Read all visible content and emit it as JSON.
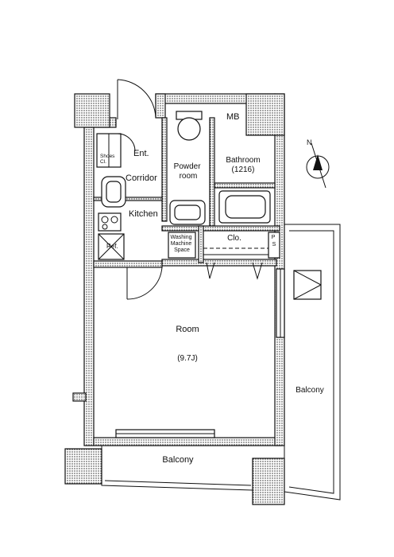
{
  "rooms": {
    "entrance": "Ent.",
    "shoes": "Shoes\nCl.",
    "corridor": "Corridor",
    "kitchen": "Kitchen",
    "refrigerator": "Ref.",
    "powder_room": "Powder\nroom",
    "bathroom": "Bathroom",
    "bathroom_size": "(1216)",
    "meter_box": "MB",
    "closet": "Clo.",
    "washing_machine": "Washing\nMachine\nSpace",
    "room": "Room",
    "room_size": "(9.7J)",
    "ps": "PS",
    "balcony_side": "Balcony",
    "balcony_bottom": "Balcony"
  },
  "compass": {
    "north": "N"
  }
}
